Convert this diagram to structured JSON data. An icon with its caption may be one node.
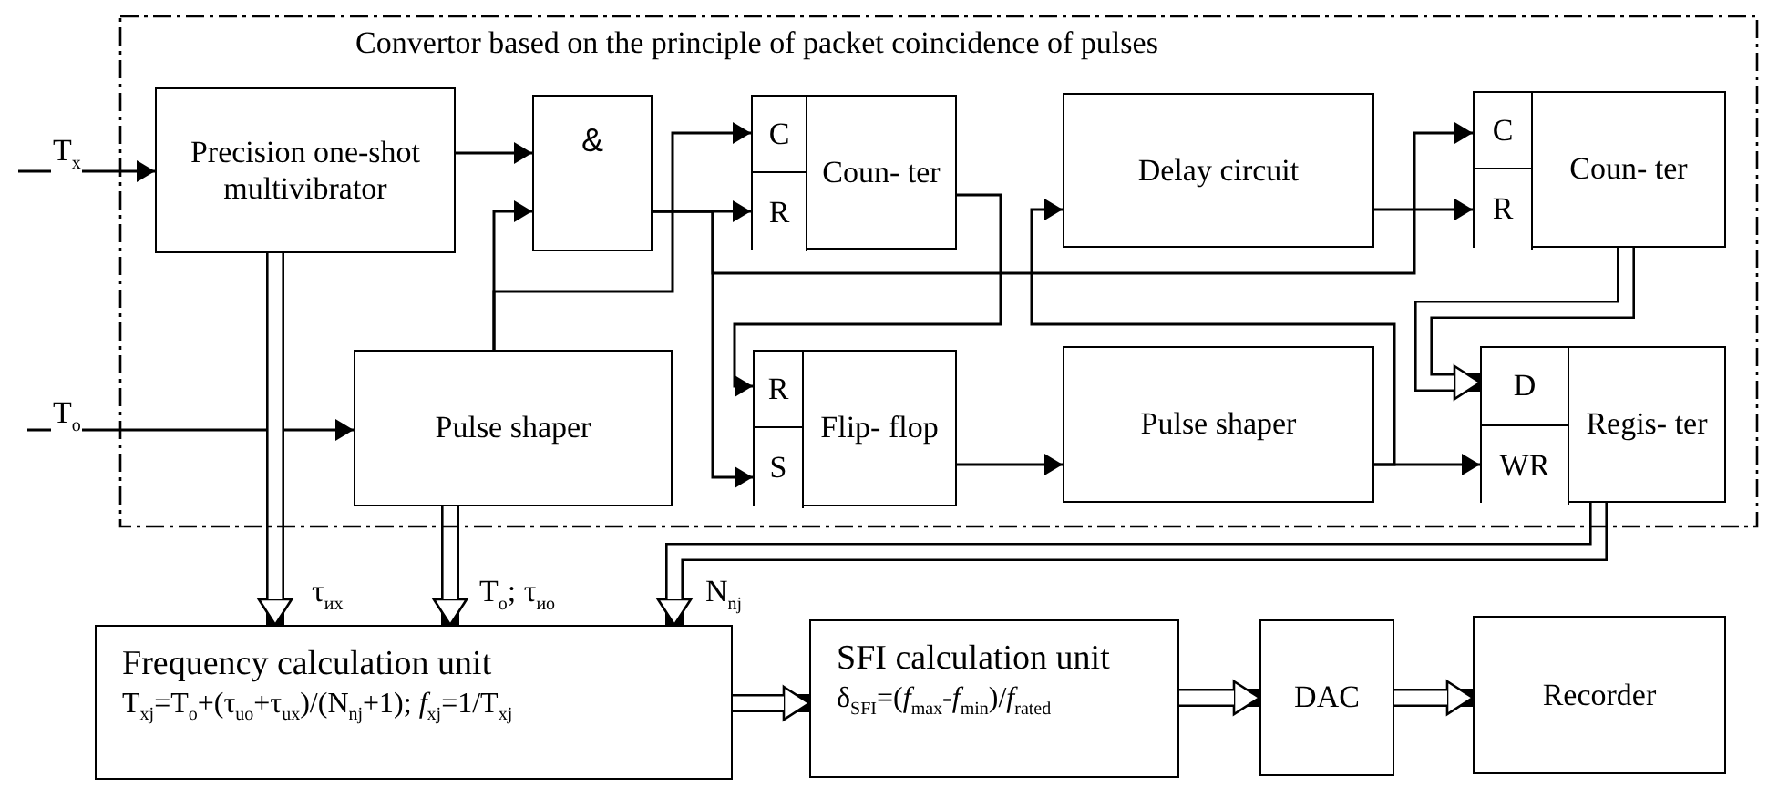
{
  "diagram": {
    "nodes": [
      {
        "text": [
          "Convertor based on the principle of packet coincidence of pulses"
        ]
      },
      {
        "text": [
          "Precision one-shot multivibrator"
        ],
        "in": 0
      },
      {
        "text": [
          "&"
        ],
        "in": 0
      },
      {
        "text": [
          "Coun- ter"
        ],
        "in": 0
      },
      {
        "text": [
          "C"
        ],
        "in": 3
      },
      {
        "text": [
          "R"
        ],
        "in": 3
      },
      {
        "text": [
          "Delay circuit"
        ],
        "in": 0
      },
      {
        "text": [
          "Coun- ter"
        ],
        "in": 0
      },
      {
        "text": [
          "C"
        ],
        "in": 7
      },
      {
        "text": [
          "R"
        ],
        "in": 7
      },
      {
        "text": [
          "Pulse shaper"
        ],
        "in": 0
      },
      {
        "text": [
          "Flip- flop"
        ],
        "in": 0
      },
      {
        "text": [
          "R"
        ],
        "in": 11
      },
      {
        "text": [
          "S"
        ],
        "in": 11
      },
      {
        "text": [
          "Pulse shaper"
        ],
        "in": 0
      },
      {
        "text": [
          "Regis- ter"
        ],
        "in": 0
      },
      {
        "text": [
          "D"
        ],
        "in": 15
      },
      {
        "text": [
          "WR"
        ],
        "in": 15
      },
      {
        "text": [
          "Frequency calculation unit",
          "T$_{xj}$=T$_{o}$+(τ$_{uo}$+τ$_{ux}$)/(N$_{nj}$+1); *f*$_{xj}$=1/T$_{xj}$"
        ]
      },
      {
        "text": [
          "SFI calculation unit",
          "δ$_{SFI}$=(*f*$_{max}$-*f*$_{min}$)/*f*$_{rated}$"
        ]
      },
      {
        "text": [
          "DAC"
        ]
      },
      {
        "text": [
          "Recorder"
        ]
      }
    ],
    "edges": [
      {
        "from": null,
        "to": 1,
        "arrow": "to",
        "label": "T$_{x}$"
      },
      {
        "from": null,
        "to": 10,
        "arrow": "to",
        "label": "T$_{o}$"
      },
      {
        "from": 1,
        "to": 2,
        "arrow": "to"
      },
      {
        "from": 10,
        "to": 2,
        "arrow": "to"
      },
      {
        "from": 10,
        "to": 4,
        "arrow": "to"
      },
      {
        "from": 2,
        "to": 5,
        "arrow": "to"
      },
      {
        "from": 3,
        "to": 12,
        "arrow": "to"
      },
      {
        "from": 2,
        "to": 13,
        "arrow": "to"
      },
      {
        "from": 2,
        "to": 8,
        "arrow": "to"
      },
      {
        "from": 11,
        "to": 14,
        "arrow": "to"
      },
      {
        "from": 14,
        "to": 17,
        "arrow": "to"
      },
      {
        "from": 14,
        "to": 6,
        "arrow": "to"
      },
      {
        "from": 6,
        "to": 9,
        "arrow": "to"
      },
      {
        "from": 7,
        "to": 16,
        "arrow": "to",
        "style": "thick"
      },
      {
        "from": 15,
        "to": 18,
        "arrow": "to",
        "style": "thick",
        "label": "N$_{nj}$"
      },
      {
        "from": 1,
        "to": 18,
        "arrow": "to",
        "style": "thick",
        "label": "τ$_{их}$"
      },
      {
        "from": 10,
        "to": 18,
        "arrow": "to",
        "style": "thick",
        "label": "T$_{o}$; τ$_{ио}$"
      },
      {
        "from": 18,
        "to": 19,
        "arrow": "to",
        "style": "thick"
      },
      {
        "from": 19,
        "to": 20,
        "arrow": "to",
        "style": "thick"
      },
      {
        "from": 20,
        "to": 21,
        "arrow": "to",
        "style": "thick"
      }
    ]
  }
}
